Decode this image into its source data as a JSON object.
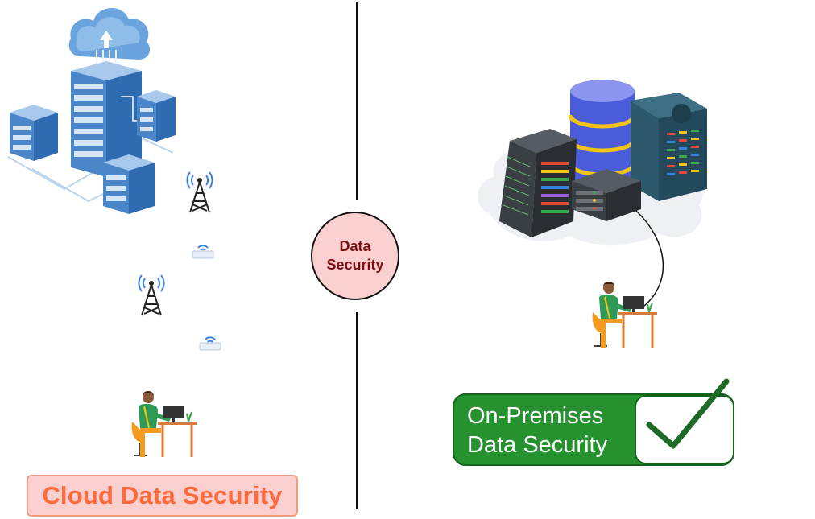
{
  "center": {
    "line1": "Data",
    "line2": "Security"
  },
  "left": {
    "label": "Cloud Data Security"
  },
  "right": {
    "label_line1": "On-Premises",
    "label_line2": "Data Security"
  },
  "colors": {
    "cloud_label_text": "#ff6a3d",
    "cloud_label_bg": "#f9d0cf",
    "center_text": "#7a0f12",
    "center_bg": "#f9d0cf",
    "onprem_bg": "#26922f",
    "check_color": "#1e6b27",
    "server_blue": "#4a86c8",
    "divider": "#111111"
  },
  "icons": [
    "cloud-server-cluster-icon",
    "cell-tower-icon",
    "wifi-router-icon",
    "person-at-desk-icon",
    "on-premises-servers-icon",
    "database-icon",
    "checkmark-icon"
  ]
}
